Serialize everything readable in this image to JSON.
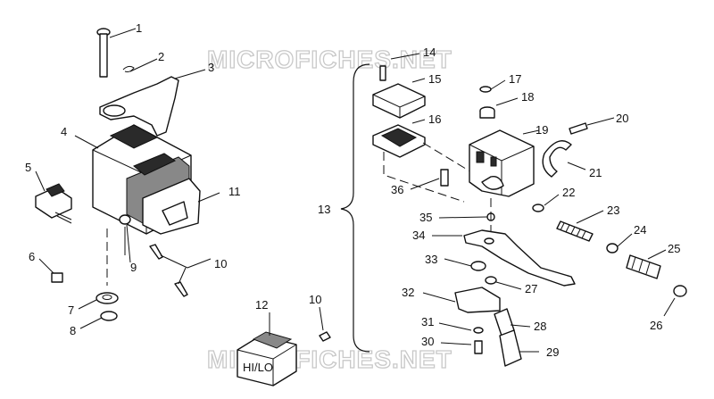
{
  "watermark": "MICROFICHES.NET",
  "switch_label": "HI/LO",
  "callouts": [
    {
      "label": "1"
    },
    {
      "label": "2"
    },
    {
      "label": "3"
    },
    {
      "label": "4"
    },
    {
      "label": "5"
    },
    {
      "label": "6"
    },
    {
      "label": "7"
    },
    {
      "label": "8"
    },
    {
      "label": "9"
    },
    {
      "label": "10"
    },
    {
      "label": "11"
    },
    {
      "label": "12"
    },
    {
      "label": "10"
    },
    {
      "label": "13"
    },
    {
      "label": "14"
    },
    {
      "label": "15"
    },
    {
      "label": "16"
    },
    {
      "label": "17"
    },
    {
      "label": "18"
    },
    {
      "label": "19"
    },
    {
      "label": "20"
    },
    {
      "label": "21"
    },
    {
      "label": "22"
    },
    {
      "label": "23"
    },
    {
      "label": "24"
    },
    {
      "label": "25"
    },
    {
      "label": "26"
    },
    {
      "label": "27"
    },
    {
      "label": "28"
    },
    {
      "label": "29"
    },
    {
      "label": "30"
    },
    {
      "label": "31"
    },
    {
      "label": "32"
    },
    {
      "label": "33"
    },
    {
      "label": "34"
    },
    {
      "label": "35"
    },
    {
      "label": "36"
    }
  ]
}
